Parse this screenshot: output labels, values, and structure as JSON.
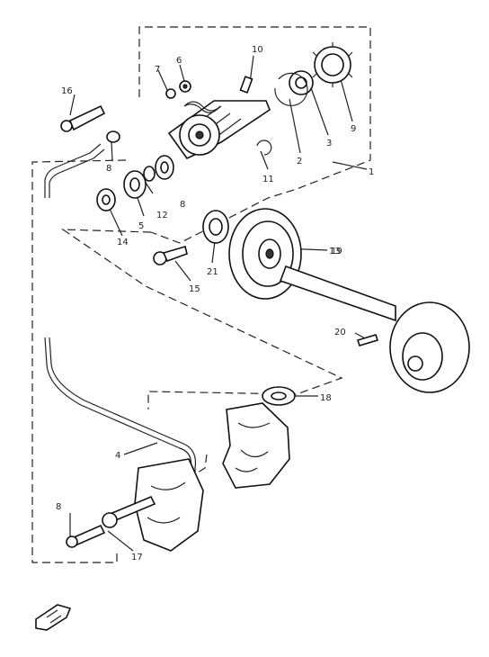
{
  "labels": {
    "p1": "1",
    "p2": "2",
    "p3": "3",
    "p4": "4",
    "p5": "5",
    "p6": "6",
    "p7": "7",
    "p8": "8",
    "p8b": "8",
    "p8c": "8",
    "p9": "9",
    "p10": "10",
    "p11": "11",
    "p12": "12",
    "p13": "13",
    "p14": "14",
    "p15": "15",
    "p16": "16",
    "p17": "17",
    "p18": "18",
    "p19": "19",
    "p20": "20",
    "p21": "21"
  },
  "icons": {
    "front_arrow": "front-arrow-icon"
  }
}
